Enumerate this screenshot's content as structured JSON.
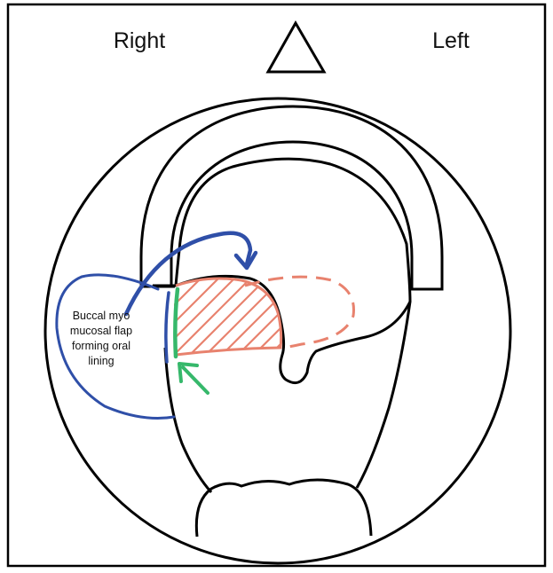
{
  "labels": {
    "right": "Right",
    "left": "Left"
  },
  "callout": {
    "lines": [
      "Buccal myo",
      "mucosal flap",
      "forming oral",
      "lining"
    ]
  },
  "colors": {
    "outline": "#000000",
    "flap": "#2f4fa8",
    "defect_hatch": "#e8826e",
    "mucosal_edge": "#36b86b"
  },
  "icons": {
    "orientation_marker": "triangle-icon",
    "flap_rotation": "curved-arrow-icon",
    "insertion_pointer": "arrow-icon"
  }
}
